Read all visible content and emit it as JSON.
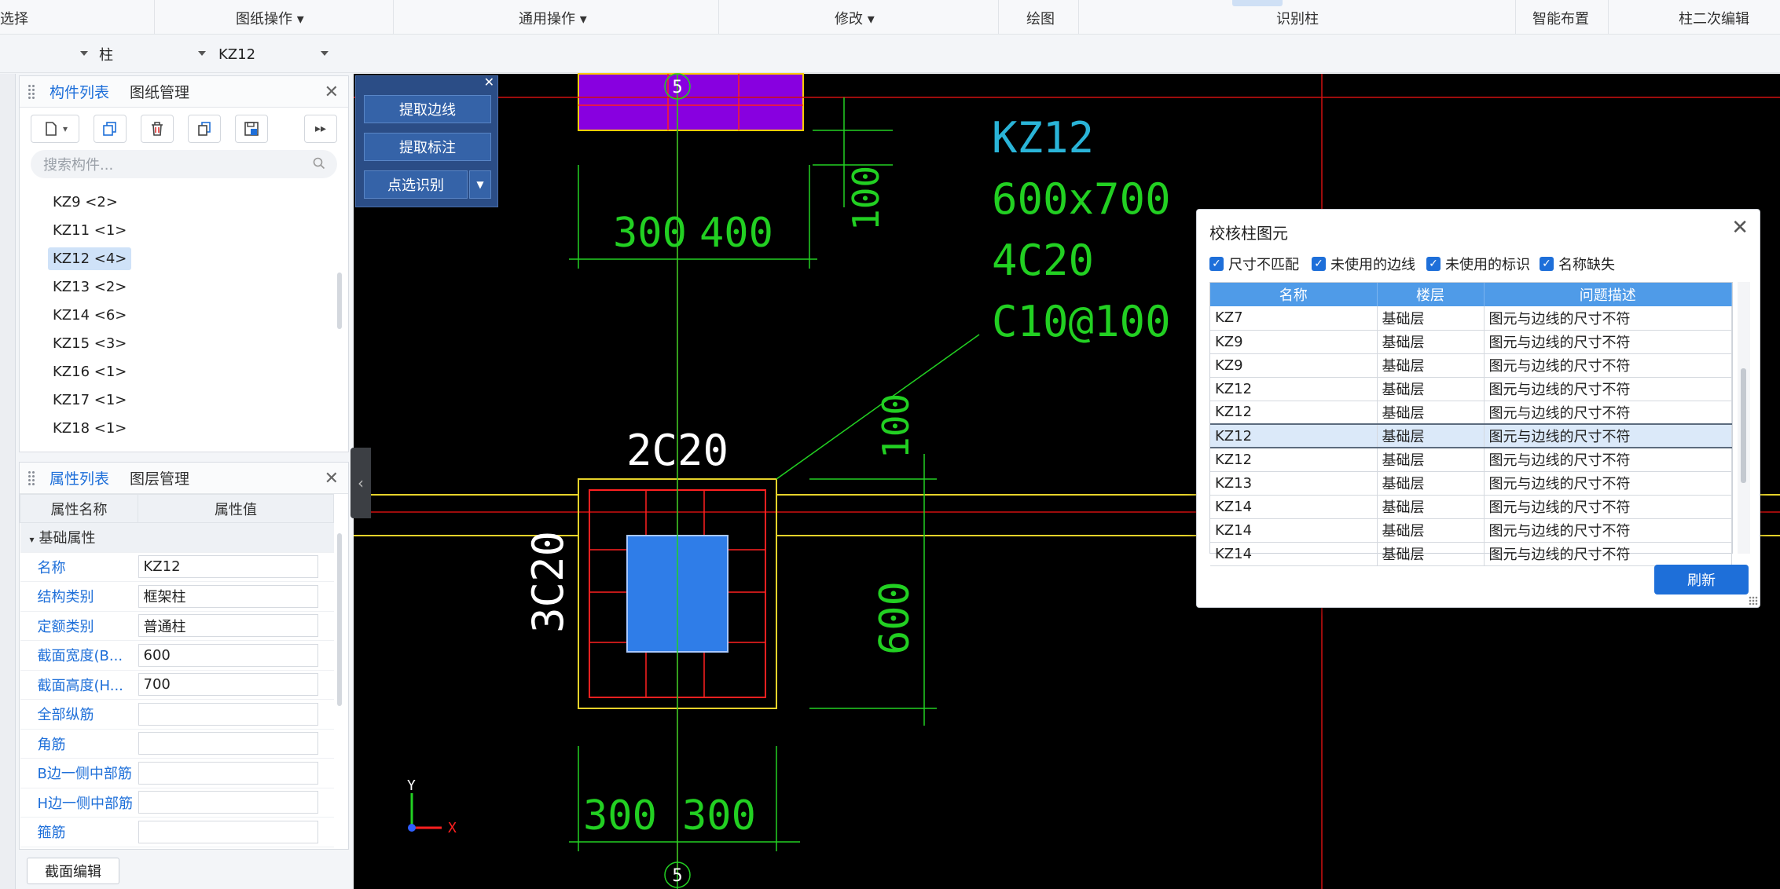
{
  "ribbon": {
    "groups": [
      "选择",
      "图纸操作",
      "通用操作",
      "修改",
      "绘图",
      "识别柱",
      "智能布置",
      "柱二次编辑"
    ]
  },
  "filterbar": {
    "floor_value": "",
    "type_value": "柱",
    "name_value": "KZ12"
  },
  "component_panel": {
    "tabs": [
      "构件列表",
      "图纸管理"
    ],
    "search_placeholder": "搜索构件...",
    "items": [
      "KZ9 <2>",
      "KZ11 <1>",
      "KZ12 <4>",
      "KZ13 <2>",
      "KZ14 <6>",
      "KZ15 <3>",
      "KZ16 <1>",
      "KZ17 <1>",
      "KZ18 <1>"
    ],
    "selected_index": 2
  },
  "property_panel": {
    "tabs": [
      "属性列表",
      "图层管理"
    ],
    "headers": [
      "属性名称",
      "属性值"
    ],
    "group": "基础属性",
    "rows": [
      {
        "name": "名称",
        "value": "KZ12"
      },
      {
        "name": "结构类别",
        "value": "框架柱"
      },
      {
        "name": "定额类别",
        "value": "普通柱"
      },
      {
        "name": "截面宽度(B...",
        "value": "600"
      },
      {
        "name": "截面高度(H...",
        "value": "700"
      },
      {
        "name": "全部纵筋",
        "value": ""
      },
      {
        "name": "角筋",
        "value": ""
      },
      {
        "name": "B边一侧中部筋",
        "value": ""
      },
      {
        "name": "H边一侧中部筋",
        "value": ""
      },
      {
        "name": "箍筋",
        "value": ""
      }
    ],
    "section_edit_label": "截面编辑"
  },
  "float_panel": {
    "buttons": [
      "提取边线",
      "提取标注",
      "点选识别"
    ]
  },
  "drawing": {
    "axis_label": "5",
    "column_name": "KZ12",
    "column_size": "600x700",
    "rebar_main": "4C20",
    "stirrup": "C10@100",
    "top_rebar": "2C20",
    "side_rebar": "3C20",
    "dims": [
      "300",
      "400",
      "300",
      "300",
      "100",
      "100",
      "600"
    ],
    "ucs_x": "X",
    "ucs_y": "Y"
  },
  "dialog": {
    "title": "校核柱图元",
    "checkboxes": [
      "尺寸不匹配",
      "未使用的边线",
      "未使用的标识",
      "名称缺失"
    ],
    "headers": [
      "名称",
      "楼层",
      "问题描述"
    ],
    "rows": [
      [
        "KZ7",
        "基础层",
        "图元与边线的尺寸不符"
      ],
      [
        "KZ9",
        "基础层",
        "图元与边线的尺寸不符"
      ],
      [
        "KZ9",
        "基础层",
        "图元与边线的尺寸不符"
      ],
      [
        "KZ12",
        "基础层",
        "图元与边线的尺寸不符"
      ],
      [
        "KZ12",
        "基础层",
        "图元与边线的尺寸不符"
      ],
      [
        "KZ12",
        "基础层",
        "图元与边线的尺寸不符"
      ],
      [
        "KZ12",
        "基础层",
        "图元与边线的尺寸不符"
      ],
      [
        "KZ13",
        "基础层",
        "图元与边线的尺寸不符"
      ],
      [
        "KZ14",
        "基础层",
        "图元与边线的尺寸不符"
      ],
      [
        "KZ14",
        "基础层",
        "图元与边线的尺寸不符"
      ],
      [
        "KZ14",
        "基础层",
        "图元与边线的尺寸不符"
      ]
    ],
    "selected_row": 5,
    "refresh_label": "刷新"
  }
}
